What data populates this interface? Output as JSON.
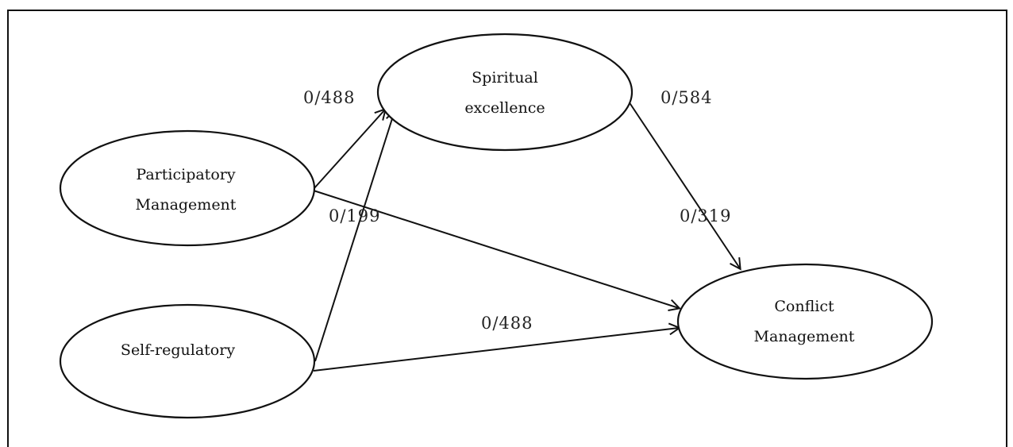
{
  "nodes": {
    "spiritual": {
      "line1": "Spiritual",
      "line2": "excellence"
    },
    "participatory": {
      "line1": "Participatory",
      "line2": "Management"
    },
    "self": {
      "line1": "Self-regulatory"
    },
    "conflict": {
      "line1": "Conflict",
      "line2": "Management"
    }
  },
  "coefficients": {
    "participatory_to_spiritual": "0/488",
    "spiritual_to_conflict": "0/584",
    "participatory_to_conflict": "0/199",
    "self_to_conflict": "0/488",
    "self_to_spiritual_via": "0/319"
  },
  "colors": {
    "stroke": "#111111",
    "background": "#ffffff"
  }
}
